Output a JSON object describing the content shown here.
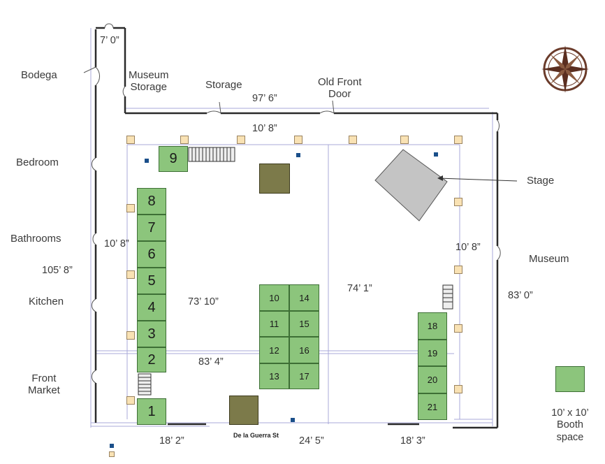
{
  "rooms": {
    "bodega": "Bodega",
    "museum_storage": "Museum\nStorage",
    "storage": "Storage",
    "old_front_door": "Old Front\nDoor",
    "bedroom": "Bedroom",
    "bathrooms": "Bathrooms",
    "kitchen": "Kitchen",
    "front_market": "Front\nMarket",
    "museum": "Museum",
    "stage": "Stage"
  },
  "dimensions": {
    "top_corridor": "7’ 0”",
    "top_wall": "97’ 6”",
    "top_inner": "10’ 8”",
    "left_inner": "10’ 8”",
    "left_wall": "105’ 8”",
    "right_inner": "10’ 8”",
    "right_wall": "83’ 0”",
    "hall_left_vertical": "73’ 10”",
    "hall_horizontal": "83’ 4”",
    "hall_right_vertical": "74’ 1”",
    "bottom_left": "18’ 2”",
    "bottom_mid": "24’ 5”",
    "bottom_right": "18’ 3”"
  },
  "street": "De la Guerra St",
  "booths": [
    "1",
    "2",
    "3",
    "4",
    "5",
    "6",
    "7",
    "8",
    "9",
    "10",
    "11",
    "12",
    "13",
    "14",
    "15",
    "16",
    "17",
    "18",
    "19",
    "20",
    "21"
  ],
  "legend": {
    "booth_label": "10’ x 10’\nBooth\nspace"
  },
  "colors": {
    "booth": "#8cc57c",
    "stage": "#c4c4c4",
    "column": "#f9e2b4",
    "wall": "#333333",
    "rack": "#7c7a4a",
    "compass": "#6b3b2a"
  }
}
